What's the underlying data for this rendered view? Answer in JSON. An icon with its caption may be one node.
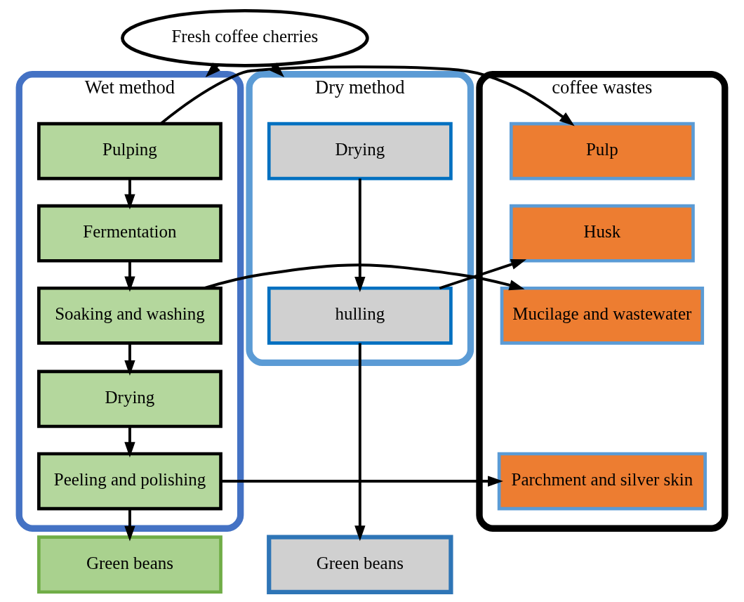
{
  "diagram": {
    "nodes": [
      {
        "text": [
          "Fresh coffee cherries"
        ]
      },
      {
        "text": [
          "Wet method"
        ]
      },
      {
        "text": [
          "Pulping"
        ],
        "in": 1
      },
      {
        "text": [
          "Fermentation"
        ],
        "in": 1
      },
      {
        "text": [
          "Soaking and washing"
        ],
        "in": 1
      },
      {
        "text": [
          "Drying"
        ],
        "in": 1
      },
      {
        "text": [
          "Peeling and polishing"
        ],
        "in": 1
      },
      {
        "text": [
          "Green beans"
        ]
      },
      {
        "text": [
          "coffee wastes"
        ]
      },
      {
        "text": [
          "Pulp"
        ],
        "in": 8
      },
      {
        "text": [
          "Husk"
        ],
        "in": 8
      },
      {
        "text": [
          "Mucilage and wastewater"
        ],
        "in": 8
      },
      {
        "text": [
          "Parchment and silver skin"
        ],
        "in": 8
      },
      {
        "text": [
          "Dry method"
        ]
      },
      {
        "text": [
          "Drying"
        ],
        "in": 13
      },
      {
        "text": [
          "hulling"
        ],
        "in": 13
      },
      {
        "text": [
          "Green beans"
        ]
      }
    ],
    "edges": [
      {
        "from": 0,
        "to": 1,
        "arrow": "to"
      },
      {
        "from": 0,
        "to": 13,
        "arrow": "to"
      },
      {
        "from": 2,
        "to": 3,
        "arrow": "to"
      },
      {
        "from": 3,
        "to": 4,
        "arrow": "to"
      },
      {
        "from": 4,
        "to": 5,
        "arrow": "to"
      },
      {
        "from": 5,
        "to": 6,
        "arrow": "to"
      },
      {
        "from": 6,
        "to": 7,
        "arrow": "to"
      },
      {
        "from": 2,
        "to": 9,
        "arrow": "to"
      },
      {
        "from": 4,
        "to": 11,
        "arrow": "to"
      },
      {
        "from": 6,
        "to": 12,
        "arrow": "to"
      },
      {
        "from": 14,
        "to": 15,
        "arrow": "to"
      },
      {
        "from": 15,
        "to": 10,
        "arrow": "to"
      },
      {
        "from": 15,
        "to": 16,
        "arrow": "to"
      }
    ]
  }
}
